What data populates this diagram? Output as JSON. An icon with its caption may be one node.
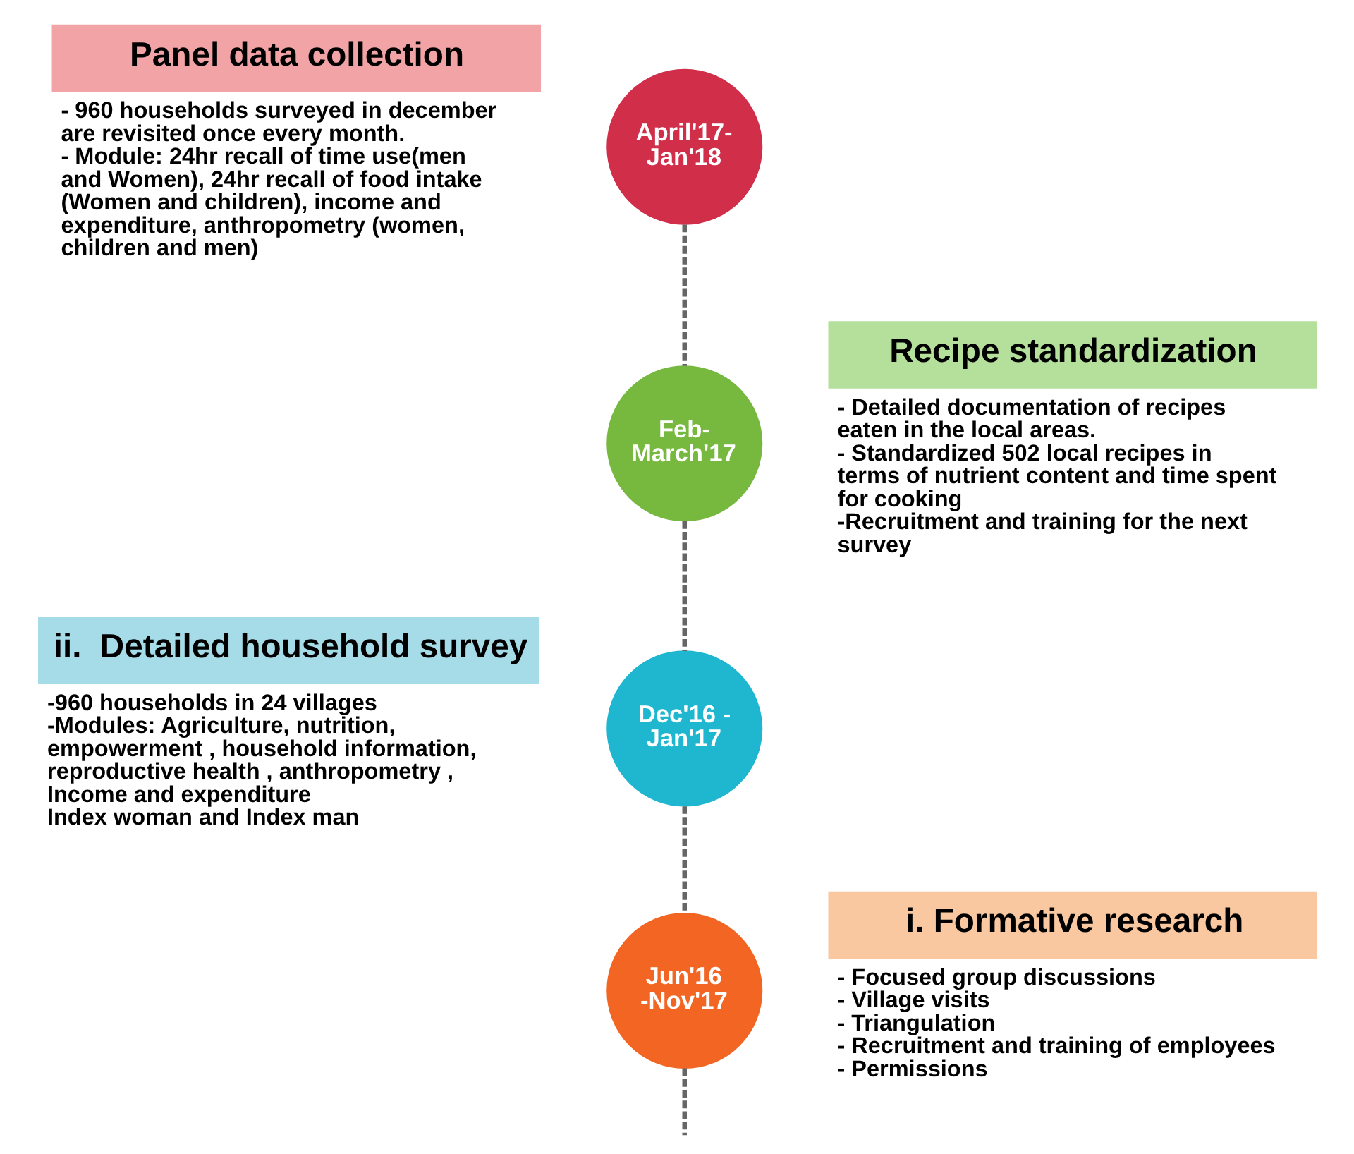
{
  "diagram": {
    "nodes": [
      {
        "text": [
          "Panel data collection"
        ],
        "beside": [
          "- 960 households surveyed in december are revisited once every month.",
          "- Module: 24hr recall of time use(men and Women), 24hr recall of food intake (Women and children), income and expenditure, anthropometry (women, children and men)"
        ]
      },
      {
        "text": [
          "April'17- Jan'18"
        ]
      },
      {
        "text": [
          "Feb- March'17"
        ]
      },
      {
        "text": [
          "Recipe standardization"
        ],
        "beside": [
          "- Detailed documentation of recipes eaten in the local areas.",
          "- Standardized 502 local recipes in terms of nutrient content and time spent for cooking",
          "-Recruitment and training for the next survey"
        ]
      },
      {
        "text": [
          "ii.  Detailed household survey"
        ],
        "beside": [
          "-960 households in 24 villages",
          "-Modules: Agriculture, nutrition, empowerment , household information, reproductive health , anthropometry , Income and expenditure",
          "Index woman and Index man"
        ]
      },
      {
        "text": [
          "Dec'16 - Jan'17"
        ]
      },
      {
        "text": [
          "Jun'16 -Nov'17"
        ]
      },
      {
        "text": [
          "i. Formative research"
        ],
        "beside": [
          "- Focused group discussions",
          "- Village visits",
          "- Triangulation",
          "- Recruitment and training of employees",
          "- Permissions"
        ]
      }
    ],
    "edges": [
      {
        "from": 1,
        "to": 2,
        "arrow": "none",
        "style": "dashed"
      },
      {
        "from": 2,
        "to": 5,
        "arrow": "none",
        "style": "dashed"
      },
      {
        "from": 5,
        "to": 6,
        "arrow": "none",
        "style": "dashed"
      },
      {
        "from": 6,
        "to": null,
        "arrow": "none",
        "style": "dashed"
      }
    ]
  }
}
